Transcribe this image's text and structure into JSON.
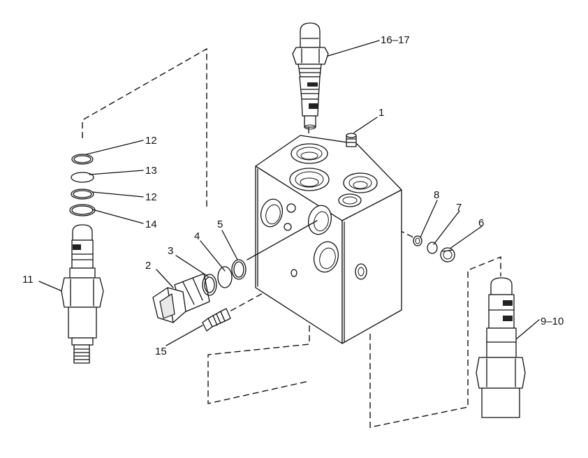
{
  "callouts": [
    {
      "id": "c1",
      "text": "1"
    },
    {
      "id": "c2",
      "text": "2"
    },
    {
      "id": "c3",
      "text": "3"
    },
    {
      "id": "c4",
      "text": "4"
    },
    {
      "id": "c5",
      "text": "5"
    },
    {
      "id": "c6",
      "text": "6"
    },
    {
      "id": "c7",
      "text": "7"
    },
    {
      "id": "c8",
      "text": "8"
    },
    {
      "id": "c9",
      "text": "9–10"
    },
    {
      "id": "c11",
      "text": "11"
    },
    {
      "id": "c12a",
      "text": "12"
    },
    {
      "id": "c13",
      "text": "13"
    },
    {
      "id": "c12b",
      "text": "12"
    },
    {
      "id": "c14",
      "text": "14"
    },
    {
      "id": "c15",
      "text": "15"
    },
    {
      "id": "c16",
      "text": "16–17"
    }
  ]
}
